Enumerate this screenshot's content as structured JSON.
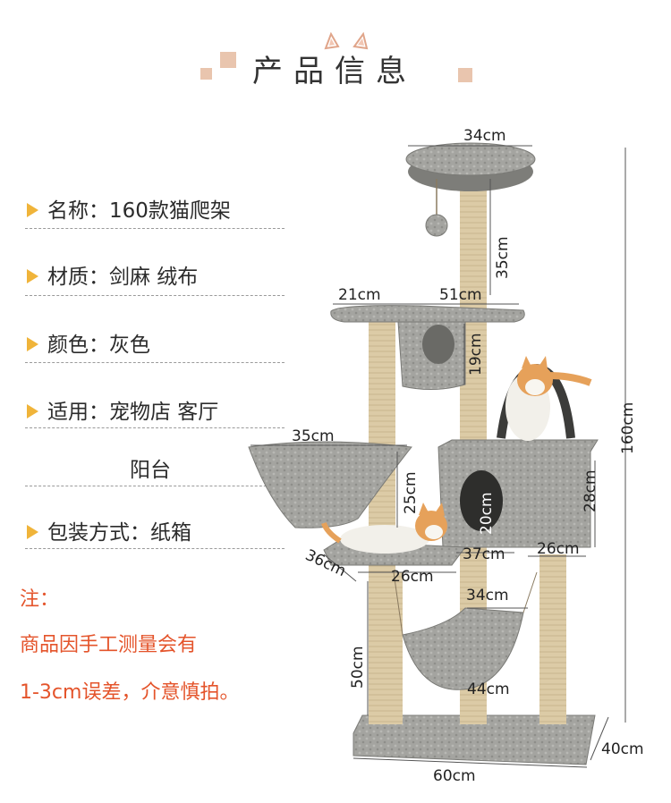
{
  "header": {
    "title": "产品信息"
  },
  "specs": [
    {
      "label": "名称：160款猫爬架"
    },
    {
      "label": "材质：剑麻 绒布"
    },
    {
      "label": "颜色：灰色"
    },
    {
      "label": "适用：宠物店 客厅"
    },
    {
      "continuation": "阳台"
    },
    {
      "label": "包装方式：纸箱"
    }
  ],
  "note": {
    "title": "注：",
    "line1": "商品因手工测量会有",
    "line2": "1-3cm误差，介意慎拍。"
  },
  "dimensions": {
    "top_width": "34cm",
    "top_height": "35cm",
    "platform_left": "21cm",
    "platform_right": "51cm",
    "house_height": "19cm",
    "total_height": "160cm",
    "basket_width": "35cm",
    "post_height": "25cm",
    "condo_hole": "20cm",
    "condo_height": "28cm",
    "condo_depth": "37cm",
    "condo_width": "26cm",
    "step_depth": "36cm",
    "step_width": "26cm",
    "hammock_width": "34cm",
    "hammock_length": "44cm",
    "bottom_post": "50cm",
    "base_width": "60cm",
    "base_depth": "40cm"
  },
  "colors": {
    "accent": "#f0b43a",
    "note": "#e4542b",
    "fabric": "#9c9c98",
    "sisal": "#dccba6"
  }
}
